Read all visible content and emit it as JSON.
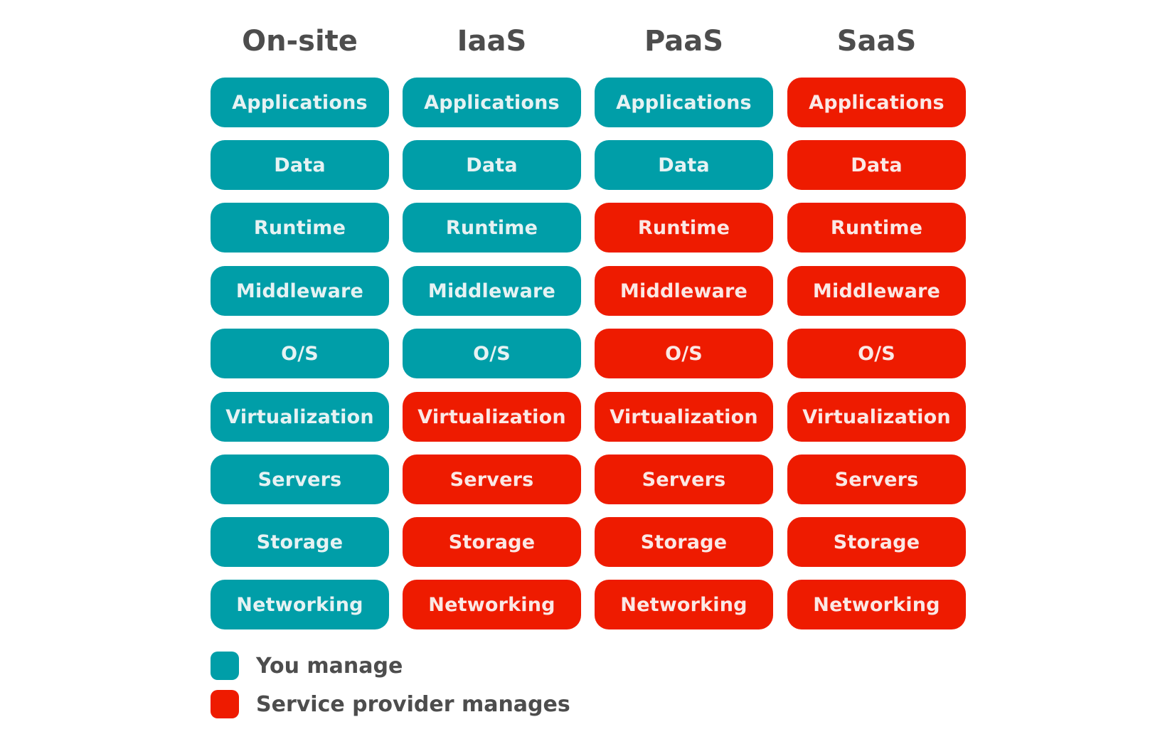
{
  "colors": {
    "you": "#009ea8",
    "provider": "#ee1b00"
  },
  "columns": [
    {
      "title": "On-site",
      "provider_from": 9
    },
    {
      "title": "IaaS",
      "provider_from": 5
    },
    {
      "title": "PaaS",
      "provider_from": 2
    },
    {
      "title": "SaaS",
      "provider_from": 0
    }
  ],
  "layers": [
    "Applications",
    "Data",
    "Runtime",
    "Middleware",
    "O/S",
    "Virtualization",
    "Servers",
    "Storage",
    "Networking"
  ],
  "legend": {
    "you_manage": "You manage",
    "provider_manages": "Service provider manages"
  }
}
